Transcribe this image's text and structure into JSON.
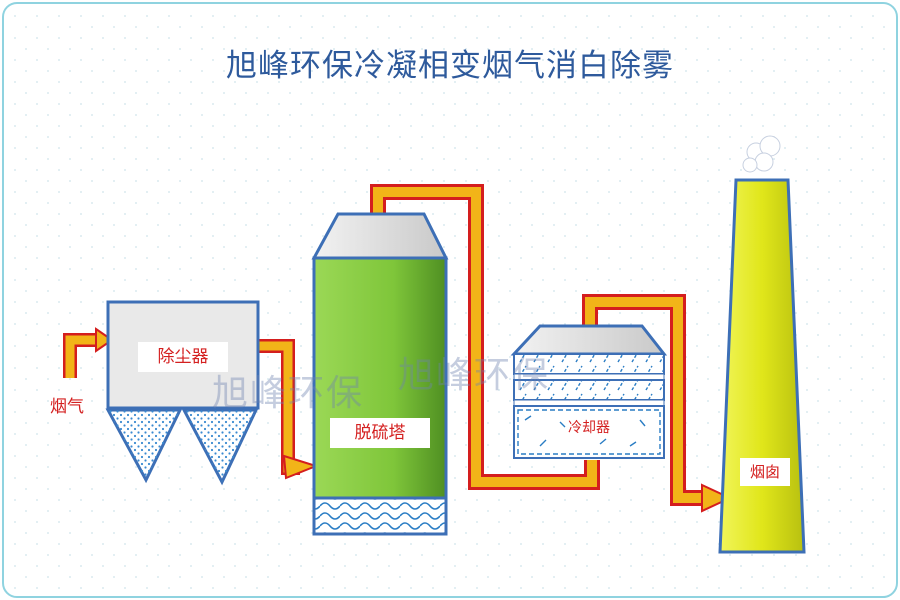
{
  "title": "旭峰环保冷凝相变烟气消白除雾",
  "labels": {
    "inlet": "烟气",
    "dust_collector": "除尘器",
    "desulfurization_tower": "脱硫塔",
    "cooler": "冷却器",
    "chimney": "烟囱"
  },
  "watermarks": [
    "旭峰环保",
    "旭峰环保"
  ],
  "colors": {
    "background_border": "#8fd3e0",
    "title": "#2e5a9c",
    "label_text": "#d42020",
    "pipe_fill": "#f2b418",
    "pipe_outline": "#d41e1e",
    "tower": "#7fc63a",
    "chimney": "#e0e61a",
    "housing": "#e9e9e9",
    "water": "#2a7dc4"
  }
}
